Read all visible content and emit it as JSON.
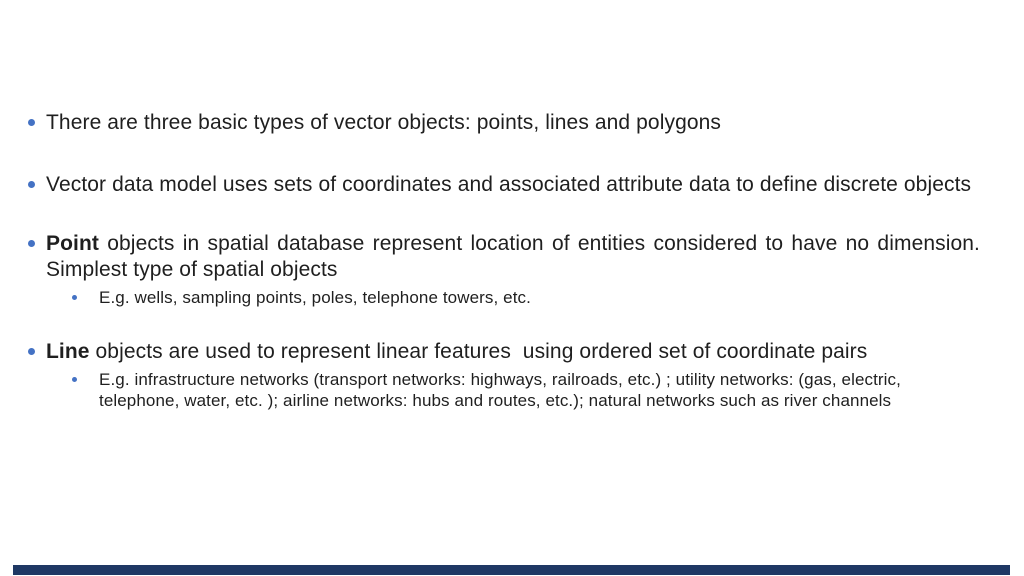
{
  "slide": {
    "colors": {
      "background": "#ffffff",
      "text": "#1f1f1f",
      "bullet": "#4472c4",
      "accent_bar": "#1f3864"
    },
    "bullets": [
      {
        "level": 1,
        "text": "There are three basic types of vector objects: points, lines and polygons"
      },
      {
        "level": 1,
        "text": "Vector data model uses sets of coordinates and associated attribute data to define discrete objects"
      },
      {
        "level": 1,
        "bold": "Point",
        "text": " objects in spatial database represent location of entities considered to have no dimension. Simplest type of spatial objects"
      },
      {
        "level": 2,
        "text": "E.g. wells, sampling points, poles, telephone towers, etc."
      },
      {
        "level": 1,
        "bold": "Line",
        "text": " objects are used to represent linear features  using ordered set of coordinate pairs"
      },
      {
        "level": 2,
        "text": "E.g. infrastructure networks (transport networks: highways, railroads, etc.) ; utility networks: (gas, electric, telephone, water, etc. ); airline networks: hubs and routes, etc.); natural networks such as river channels"
      }
    ]
  }
}
